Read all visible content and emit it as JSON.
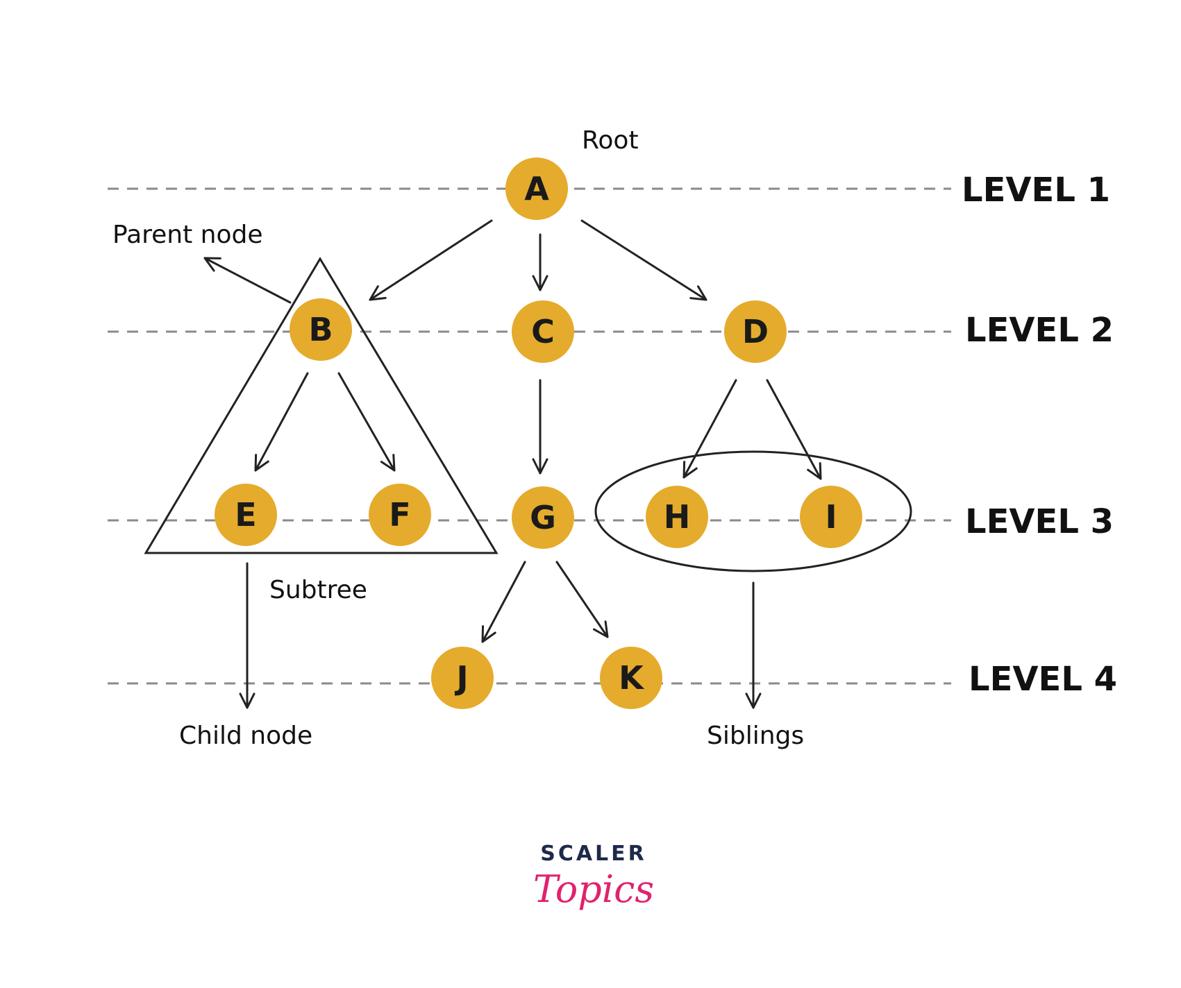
{
  "levels": [
    {
      "label": "LEVEL 1"
    },
    {
      "label": "LEVEL 2"
    },
    {
      "label": "LEVEL 3"
    },
    {
      "label": "LEVEL 4"
    }
  ],
  "nodes": [
    {
      "id": "A",
      "label": "A"
    },
    {
      "id": "B",
      "label": "B"
    },
    {
      "id": "C",
      "label": "C"
    },
    {
      "id": "D",
      "label": "D"
    },
    {
      "id": "E",
      "label": "E"
    },
    {
      "id": "F",
      "label": "F"
    },
    {
      "id": "G",
      "label": "G"
    },
    {
      "id": "H",
      "label": "H"
    },
    {
      "id": "I",
      "label": "I"
    },
    {
      "id": "J",
      "label": "J"
    },
    {
      "id": "K",
      "label": "K"
    }
  ],
  "edges": [
    {
      "from": "A",
      "to": "B"
    },
    {
      "from": "A",
      "to": "C"
    },
    {
      "from": "A",
      "to": "D"
    },
    {
      "from": "B",
      "to": "E"
    },
    {
      "from": "B",
      "to": "F"
    },
    {
      "from": "C",
      "to": "G"
    },
    {
      "from": "D",
      "to": "H"
    },
    {
      "from": "D",
      "to": "I"
    },
    {
      "from": "G",
      "to": "J"
    },
    {
      "from": "G",
      "to": "K"
    }
  ],
  "annotations": {
    "root": "Root",
    "parent_node": "Parent node",
    "subtree": "Subtree",
    "child_node": "Child node",
    "siblings": "Siblings"
  },
  "branding": {
    "top": "SCALER",
    "script": "Topics"
  },
  "colors": {
    "node_fill": "#e5ab2c",
    "brand_navy": "#1e2a4a",
    "brand_pink": "#e0226e"
  }
}
